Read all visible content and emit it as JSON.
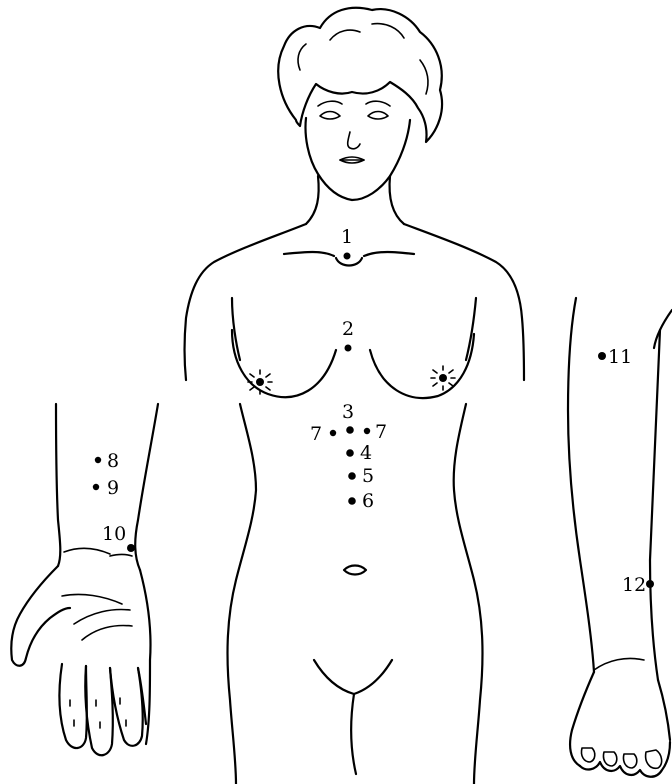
{
  "points": [
    {
      "id": "p1",
      "label": "1"
    },
    {
      "id": "p2",
      "label": "2"
    },
    {
      "id": "p3",
      "label": "3"
    },
    {
      "id": "p4",
      "label": "4"
    },
    {
      "id": "p5",
      "label": "5"
    },
    {
      "id": "p6",
      "label": "6"
    },
    {
      "id": "p7l",
      "label": "7"
    },
    {
      "id": "p7r",
      "label": "7"
    },
    {
      "id": "p8",
      "label": "8"
    },
    {
      "id": "p9",
      "label": "9"
    },
    {
      "id": "p10",
      "label": "10"
    },
    {
      "id": "p11",
      "label": "11"
    },
    {
      "id": "p12",
      "label": "12"
    }
  ]
}
